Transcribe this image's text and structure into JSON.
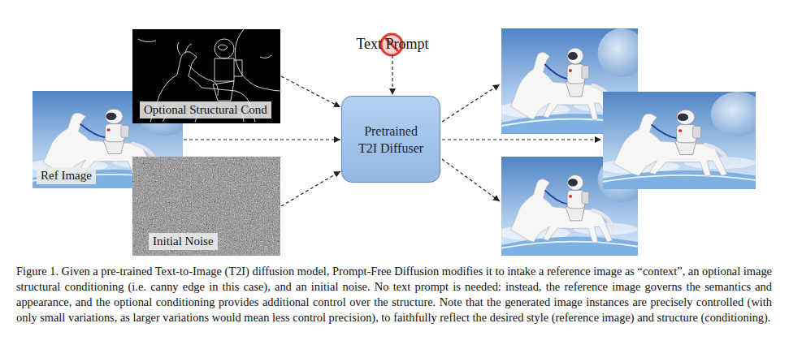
{
  "diagram": {
    "caption": "Figure 1. Given a pre-trained Text-to-Image (T2I) diffusion model, Prompt-Free Diffusion modifies it to intake a reference image as “context”, an optional image structural conditioning (i.e. canny edge in this case), and an initial noise. No text prompt is needed: instead, the reference image governs the semantics and appearance, and the optional conditioning provides additional control over the structure. Note that the generated image instances are precisely controlled (with only small variations, as larger variations would mean less control precision), to faithfully reflect the desired style (reference image) and structure (conditioning).",
    "nodes": [
      {
        "text": [
          "Optional Structural Cond"
        ]
      },
      {
        "text": [
          "Ref Image"
        ]
      },
      {
        "text": [
          "Initial Noise"
        ]
      },
      {
        "text": [
          "Text Prompt"
        ]
      },
      {
        "text": [
          "Pretrained T2I Diffuser"
        ]
      }
    ],
    "edges": [
      {
        "from": 0,
        "to": 4,
        "arrow": "to"
      },
      {
        "from": 1,
        "to": 4,
        "arrow": "to"
      },
      {
        "from": 2,
        "to": 4,
        "arrow": "to"
      },
      {
        "from": 3,
        "to": 4,
        "arrow": "to"
      }
    ]
  }
}
